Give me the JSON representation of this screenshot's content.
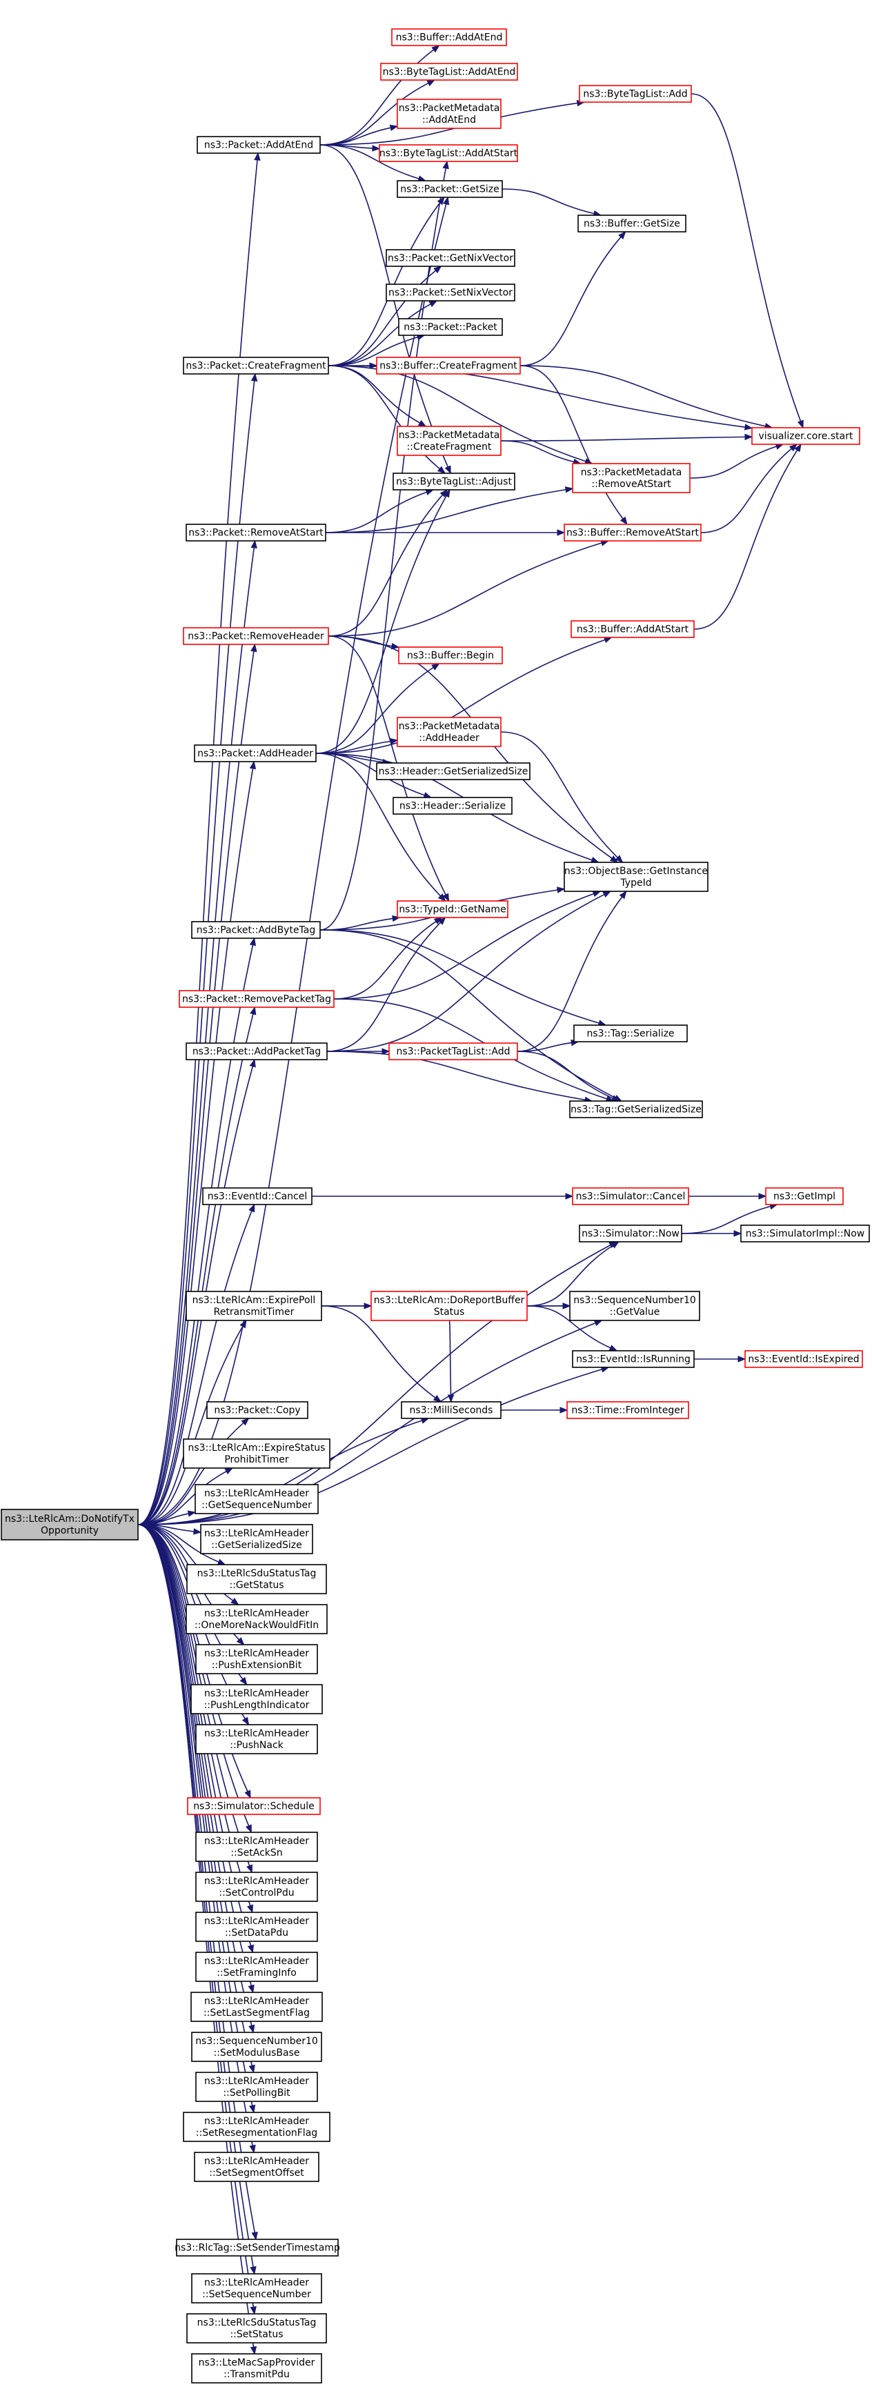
{
  "nodes": [
    {
      "id": "root",
      "lines": [
        "ns3::LteRlcAm::DoNotifyTx",
        "Opportunity"
      ],
      "style": "root",
      "interactable": true
    },
    {
      "id": "packet_addatend",
      "lines": [
        "ns3::Packet::AddAtEnd"
      ],
      "style": "black",
      "interactable": true
    },
    {
      "id": "buffer_addatend",
      "lines": [
        "ns3::Buffer::AddAtEnd"
      ],
      "style": "red",
      "interactable": true
    },
    {
      "id": "bytetaglist_addatend",
      "lines": [
        "ns3::ByteTagList::AddAtEnd"
      ],
      "style": "red",
      "interactable": true
    },
    {
      "id": "packetmetadata_addatend",
      "lines": [
        "ns3::PacketMetadata",
        "::AddAtEnd"
      ],
      "style": "red",
      "interactable": true
    },
    {
      "id": "bytetaglist_addatstart",
      "lines": [
        "ns3::ByteTagList::AddAtStart"
      ],
      "style": "red",
      "interactable": true
    },
    {
      "id": "bytetaglist_add",
      "lines": [
        "ns3::ByteTagList::Add"
      ],
      "style": "red",
      "interactable": true
    },
    {
      "id": "packet_getsize",
      "lines": [
        "ns3::Packet::GetSize"
      ],
      "style": "black",
      "interactable": true
    },
    {
      "id": "buffer_getsize",
      "lines": [
        "ns3::Buffer::GetSize"
      ],
      "style": "black",
      "interactable": true
    },
    {
      "id": "packet_getnixvector",
      "lines": [
        "ns3::Packet::GetNixVector"
      ],
      "style": "black",
      "interactable": true
    },
    {
      "id": "packet_setnixvector",
      "lines": [
        "ns3::Packet::SetNixVector"
      ],
      "style": "black",
      "interactable": true
    },
    {
      "id": "packet_packet",
      "lines": [
        "ns3::Packet::Packet"
      ],
      "style": "black",
      "interactable": true
    },
    {
      "id": "packet_createfragment",
      "lines": [
        "ns3::Packet::CreateFragment"
      ],
      "style": "black",
      "interactable": true
    },
    {
      "id": "buffer_createfragment",
      "lines": [
        "ns3::Buffer::CreateFragment"
      ],
      "style": "red",
      "interactable": true
    },
    {
      "id": "visualizer_start",
      "lines": [
        "visualizer.core.start"
      ],
      "style": "red",
      "interactable": true
    },
    {
      "id": "packetmetadata_createfragment",
      "lines": [
        "ns3::PacketMetadata",
        "::CreateFragment"
      ],
      "style": "red",
      "interactable": true
    },
    {
      "id": "packetmetadata_removeatstart",
      "lines": [
        "ns3::PacketMetadata",
        "::RemoveAtStart"
      ],
      "style": "red",
      "interactable": true
    },
    {
      "id": "bytetaglist_adjust",
      "lines": [
        "ns3::ByteTagList::Adjust"
      ],
      "style": "black",
      "interactable": true
    },
    {
      "id": "packet_removeatstart",
      "lines": [
        "ns3::Packet::RemoveAtStart"
      ],
      "style": "black",
      "interactable": true
    },
    {
      "id": "buffer_removeatstart",
      "lines": [
        "ns3::Buffer::RemoveAtStart"
      ],
      "style": "red",
      "interactable": true
    },
    {
      "id": "packet_removeheader",
      "lines": [
        "ns3::Packet::RemoveHeader"
      ],
      "style": "red",
      "interactable": true
    },
    {
      "id": "buffer_addatstart",
      "lines": [
        "ns3::Buffer::AddAtStart"
      ],
      "style": "red",
      "interactable": true
    },
    {
      "id": "buffer_begin",
      "lines": [
        "ns3::Buffer::Begin"
      ],
      "style": "red",
      "interactable": true
    },
    {
      "id": "packet_addheader",
      "lines": [
        "ns3::Packet::AddHeader"
      ],
      "style": "black",
      "interactable": true
    },
    {
      "id": "packetmetadata_addheader",
      "lines": [
        "ns3::PacketMetadata",
        "::AddHeader"
      ],
      "style": "red",
      "interactable": true
    },
    {
      "id": "header_getserializedsize",
      "lines": [
        "ns3::Header::GetSerializedSize"
      ],
      "style": "black",
      "interactable": true
    },
    {
      "id": "header_serialize",
      "lines": [
        "ns3::Header::Serialize"
      ],
      "style": "black",
      "interactable": true
    },
    {
      "id": "objectbase_getinstancetypeid",
      "lines": [
        "ns3::ObjectBase::GetInstance",
        "TypeId"
      ],
      "style": "black",
      "interactable": true
    },
    {
      "id": "packet_addbytetag",
      "lines": [
        "ns3::Packet::AddByteTag"
      ],
      "style": "black",
      "interactable": true
    },
    {
      "id": "typeid_getname",
      "lines": [
        "ns3::TypeId::GetName"
      ],
      "style": "red",
      "interactable": true
    },
    {
      "id": "packet_removepackettag",
      "lines": [
        "ns3::Packet::RemovePacketTag"
      ],
      "style": "red",
      "interactable": true
    },
    {
      "id": "packet_addpackettag",
      "lines": [
        "ns3::Packet::AddPacketTag"
      ],
      "style": "black",
      "interactable": true
    },
    {
      "id": "packettaglist_add",
      "lines": [
        "ns3::PacketTagList::Add"
      ],
      "style": "red",
      "interactable": true
    },
    {
      "id": "tag_serialize",
      "lines": [
        "ns3::Tag::Serialize"
      ],
      "style": "black",
      "interactable": true
    },
    {
      "id": "tag_getserializedsize",
      "lines": [
        "ns3::Tag::GetSerializedSize"
      ],
      "style": "black",
      "interactable": true
    },
    {
      "id": "eventid_cancel",
      "lines": [
        "ns3::EventId::Cancel"
      ],
      "style": "black",
      "interactable": true
    },
    {
      "id": "simulator_cancel",
      "lines": [
        "ns3::Simulator::Cancel"
      ],
      "style": "red",
      "interactable": true
    },
    {
      "id": "getimpl",
      "lines": [
        "ns3::GetImpl"
      ],
      "style": "red",
      "interactable": true
    },
    {
      "id": "simulator_now",
      "lines": [
        "ns3::Simulator::Now"
      ],
      "style": "black",
      "interactable": true
    },
    {
      "id": "simulatorimpl_now",
      "lines": [
        "ns3::SimulatorImpl::Now"
      ],
      "style": "black",
      "interactable": true
    },
    {
      "id": "lterlcam_expirepoll",
      "lines": [
        "ns3::LteRlcAm::ExpirePoll",
        "RetransmitTimer"
      ],
      "style": "black",
      "interactable": true
    },
    {
      "id": "lterlcam_doreportbuffer",
      "lines": [
        "ns3::LteRlcAm::DoReportBuffer",
        "Status"
      ],
      "style": "red",
      "interactable": true
    },
    {
      "id": "sequencenumber10_getvalue",
      "lines": [
        "ns3::SequenceNumber10",
        "::GetValue"
      ],
      "style": "black",
      "interactable": true
    },
    {
      "id": "eventid_isrunning",
      "lines": [
        "ns3::EventId::IsRunning"
      ],
      "style": "black",
      "interactable": true
    },
    {
      "id": "eventid_isexpired",
      "lines": [
        "ns3::EventId::IsExpired"
      ],
      "style": "red",
      "interactable": true
    },
    {
      "id": "packet_copy",
      "lines": [
        "ns3::Packet::Copy"
      ],
      "style": "black",
      "interactable": true
    },
    {
      "id": "milliseconds",
      "lines": [
        "ns3::MilliSeconds"
      ],
      "style": "black",
      "interactable": true
    },
    {
      "id": "time_frominteger",
      "lines": [
        "ns3::Time::FromInteger"
      ],
      "style": "red",
      "interactable": true
    },
    {
      "id": "lterlcam_expirestatus",
      "lines": [
        "ns3::LteRlcAm::ExpireStatus",
        "ProhibitTimer"
      ],
      "style": "black",
      "interactable": true
    },
    {
      "id": "lterlcamheader_getsequencenumber",
      "lines": [
        "ns3::LteRlcAmHeader",
        "::GetSequenceNumber"
      ],
      "style": "black",
      "interactable": true
    },
    {
      "id": "lterlcamheader_getserializedsize",
      "lines": [
        "ns3::LteRlcAmHeader",
        "::GetSerializedSize"
      ],
      "style": "black",
      "interactable": true
    },
    {
      "id": "lterlcsdustatustag_getstatus",
      "lines": [
        "ns3::LteRlcSduStatusTag",
        "::GetStatus"
      ],
      "style": "black",
      "interactable": true
    },
    {
      "id": "lterlcamheader_onemorenack",
      "lines": [
        "ns3::LteRlcAmHeader",
        "::OneMoreNackWouldFitIn"
      ],
      "style": "black",
      "interactable": true
    },
    {
      "id": "lterlcamheader_pushextensionbit",
      "lines": [
        "ns3::LteRlcAmHeader",
        "::PushExtensionBit"
      ],
      "style": "black",
      "interactable": true
    },
    {
      "id": "lterlcamheader_pushlengthindicator",
      "lines": [
        "ns3::LteRlcAmHeader",
        "::PushLengthIndicator"
      ],
      "style": "black",
      "interactable": true
    },
    {
      "id": "lterlcamheader_pushnack",
      "lines": [
        "ns3::LteRlcAmHeader",
        "::PushNack"
      ],
      "style": "black",
      "interactable": true
    },
    {
      "id": "simulator_schedule",
      "lines": [
        "ns3::Simulator::Schedule"
      ],
      "style": "red",
      "interactable": true
    },
    {
      "id": "lterlcamheader_setacksn",
      "lines": [
        "ns3::LteRlcAmHeader",
        "::SetAckSn"
      ],
      "style": "black",
      "interactable": true
    },
    {
      "id": "lterlcamheader_setcontrolpdu",
      "lines": [
        "ns3::LteRlcAmHeader",
        "::SetControlPdu"
      ],
      "style": "black",
      "interactable": true
    },
    {
      "id": "lterlcamheader_setdatapdu",
      "lines": [
        "ns3::LteRlcAmHeader",
        "::SetDataPdu"
      ],
      "style": "black",
      "interactable": true
    },
    {
      "id": "lterlcamheader_setframinginfo",
      "lines": [
        "ns3::LteRlcAmHeader",
        "::SetFramingInfo"
      ],
      "style": "black",
      "interactable": true
    },
    {
      "id": "lterlcamheader_setlastsegmentflag",
      "lines": [
        "ns3::LteRlcAmHeader",
        "::SetLastSegmentFlag"
      ],
      "style": "black",
      "interactable": true
    },
    {
      "id": "sequencenumber10_setmodulusbase",
      "lines": [
        "ns3::SequenceNumber10",
        "::SetModulusBase"
      ],
      "style": "black",
      "interactable": true
    },
    {
      "id": "lterlcamheader_setpollingbit",
      "lines": [
        "ns3::LteRlcAmHeader",
        "::SetPollingBit"
      ],
      "style": "black",
      "interactable": true
    },
    {
      "id": "lterlcamheader_setresegmentationflag",
      "lines": [
        "ns3::LteRlcAmHeader",
        "::SetResegmentationFlag"
      ],
      "style": "black",
      "interactable": true
    },
    {
      "id": "lterlcamheader_setsegmentoffset",
      "lines": [
        "ns3::LteRlcAmHeader",
        "::SetSegmentOffset"
      ],
      "style": "black",
      "interactable": true
    },
    {
      "id": "rlctag_setsendertimestamp",
      "lines": [
        "ns3::RlcTag::SetSenderTimestamp"
      ],
      "style": "black",
      "interactable": true
    },
    {
      "id": "lterlcamheader_setsequencenumber",
      "lines": [
        "ns3::LteRlcAmHeader",
        "::SetSequenceNumber"
      ],
      "style": "black",
      "interactable": true
    },
    {
      "id": "lterlcsdustatustag_setstatus",
      "lines": [
        "ns3::LteRlcSduStatusTag",
        "::SetStatus"
      ],
      "style": "black",
      "interactable": true
    },
    {
      "id": "ltemacsapprovider_transmitpdu",
      "lines": [
        "ns3::LteMacSapProvider",
        "::TransmitPdu"
      ],
      "style": "black",
      "interactable": true
    }
  ],
  "edges": [
    [
      "root",
      "packet_addatend"
    ],
    [
      "root",
      "packet_getsize"
    ],
    [
      "root",
      "packet_createfragment"
    ],
    [
      "root",
      "packet_removeatstart"
    ],
    [
      "root",
      "packet_removeheader"
    ],
    [
      "root",
      "packet_addheader"
    ],
    [
      "root",
      "packet_addbytetag"
    ],
    [
      "root",
      "packet_removepackettag"
    ],
    [
      "root",
      "packet_addpackettag"
    ],
    [
      "root",
      "eventid_cancel"
    ],
    [
      "root",
      "simulator_now"
    ],
    [
      "root",
      "lterlcam_expirepoll"
    ],
    [
      "root",
      "sequencenumber10_getvalue"
    ],
    [
      "root",
      "eventid_isrunning"
    ],
    [
      "root",
      "packet_copy"
    ],
    [
      "root",
      "milliseconds"
    ],
    [
      "root",
      "lterlcam_expirestatus"
    ],
    [
      "root",
      "lterlcamheader_getsequencenumber"
    ],
    [
      "root",
      "lterlcamheader_getserializedsize"
    ],
    [
      "root",
      "lterlcsdustatustag_getstatus"
    ],
    [
      "root",
      "lterlcamheader_onemorenack"
    ],
    [
      "root",
      "lterlcamheader_pushextensionbit"
    ],
    [
      "root",
      "lterlcamheader_pushlengthindicator"
    ],
    [
      "root",
      "lterlcamheader_pushnack"
    ],
    [
      "root",
      "simulator_schedule"
    ],
    [
      "root",
      "lterlcamheader_setacksn"
    ],
    [
      "root",
      "lterlcamheader_setcontrolpdu"
    ],
    [
      "root",
      "lterlcamheader_setdatapdu"
    ],
    [
      "root",
      "lterlcamheader_setframinginfo"
    ],
    [
      "root",
      "lterlcamheader_setlastsegmentflag"
    ],
    [
      "root",
      "sequencenumber10_setmodulusbase"
    ],
    [
      "root",
      "lterlcamheader_setpollingbit"
    ],
    [
      "root",
      "lterlcamheader_setresegmentationflag"
    ],
    [
      "root",
      "lterlcamheader_setsegmentoffset"
    ],
    [
      "root",
      "rlctag_setsendertimestamp"
    ],
    [
      "root",
      "lterlcamheader_setsequencenumber"
    ],
    [
      "root",
      "lterlcsdustatustag_setstatus"
    ],
    [
      "root",
      "ltemacsapprovider_transmitpdu"
    ],
    [
      "packet_addatend",
      "buffer_addatend"
    ],
    [
      "packet_addatend",
      "bytetaglist_addatend"
    ],
    [
      "packet_addatend",
      "packetmetadata_addatend"
    ],
    [
      "packet_addatend",
      "bytetaglist_addatstart"
    ],
    [
      "packet_addatend",
      "bytetaglist_add"
    ],
    [
      "packet_addatend",
      "packet_getsize"
    ],
    [
      "packet_addatend",
      "bytetaglist_adjust"
    ],
    [
      "bytetaglist_add",
      "visualizer_start"
    ],
    [
      "packet_getsize",
      "buffer_getsize"
    ],
    [
      "packet_createfragment",
      "packet_getsize"
    ],
    [
      "packet_createfragment",
      "packet_getnixvector"
    ],
    [
      "packet_createfragment",
      "packet_setnixvector"
    ],
    [
      "packet_createfragment",
      "packet_packet"
    ],
    [
      "packet_createfragment",
      "buffer_createfragment"
    ],
    [
      "packet_createfragment",
      "visualizer_start"
    ],
    [
      "packet_createfragment",
      "packetmetadata_createfragment"
    ],
    [
      "packet_createfragment",
      "packetmetadata_removeatstart"
    ],
    [
      "packet_createfragment",
      "bytetaglist_adjust"
    ],
    [
      "buffer_createfragment",
      "buffer_getsize"
    ],
    [
      "buffer_createfragment",
      "visualizer_start"
    ],
    [
      "buffer_createfragment",
      "buffer_removeatstart"
    ],
    [
      "packetmetadata_createfragment",
      "visualizer_start"
    ],
    [
      "packetmetadata_createfragment",
      "packetmetadata_removeatstart"
    ],
    [
      "packetmetadata_removeatstart",
      "visualizer_start"
    ],
    [
      "packet_removeatstart",
      "bytetaglist_adjust"
    ],
    [
      "packet_removeatstart",
      "packetmetadata_removeatstart"
    ],
    [
      "packet_removeatstart",
      "buffer_removeatstart"
    ],
    [
      "buffer_removeatstart",
      "visualizer_start"
    ],
    [
      "packet_removeheader",
      "bytetaglist_adjust"
    ],
    [
      "packet_removeheader",
      "buffer_removeatstart"
    ],
    [
      "packet_removeheader",
      "buffer_begin"
    ],
    [
      "packet_removeheader",
      "objectbase_getinstancetypeid"
    ],
    [
      "packet_removeheader",
      "typeid_getname"
    ],
    [
      "buffer_addatstart",
      "visualizer_start"
    ],
    [
      "packet_addheader",
      "bytetaglist_adjust"
    ],
    [
      "packet_addheader",
      "buffer_addatstart"
    ],
    [
      "packet_addheader",
      "buffer_begin"
    ],
    [
      "packet_addheader",
      "packetmetadata_addheader"
    ],
    [
      "packet_addheader",
      "header_getserializedsize"
    ],
    [
      "packet_addheader",
      "header_serialize"
    ],
    [
      "packet_addheader",
      "objectbase_getinstancetypeid"
    ],
    [
      "packet_addheader",
      "typeid_getname"
    ],
    [
      "packetmetadata_addheader",
      "objectbase_getinstancetypeid"
    ],
    [
      "packet_addbytetag",
      "bytetaglist_addatstart"
    ],
    [
      "packet_addbytetag",
      "objectbase_getinstancetypeid"
    ],
    [
      "packet_addbytetag",
      "typeid_getname"
    ],
    [
      "packet_addbytetag",
      "tag_serialize"
    ],
    [
      "packet_addbytetag",
      "tag_getserializedsize"
    ],
    [
      "packet_removepackettag",
      "typeid_getname"
    ],
    [
      "packet_removepackettag",
      "objectbase_getinstancetypeid"
    ],
    [
      "packet_removepackettag",
      "tag_getserializedsize"
    ],
    [
      "packet_addpackettag",
      "typeid_getname"
    ],
    [
      "packet_addpackettag",
      "packettaglist_add"
    ],
    [
      "packet_addpackettag",
      "objectbase_getinstancetypeid"
    ],
    [
      "packet_addpackettag",
      "tag_getserializedsize"
    ],
    [
      "packettaglist_add",
      "objectbase_getinstancetypeid"
    ],
    [
      "packettaglist_add",
      "tag_serialize"
    ],
    [
      "packettaglist_add",
      "tag_getserializedsize"
    ],
    [
      "eventid_cancel",
      "simulator_cancel"
    ],
    [
      "simulator_cancel",
      "getimpl"
    ],
    [
      "simulator_now",
      "getimpl"
    ],
    [
      "simulator_now",
      "simulatorimpl_now"
    ],
    [
      "lterlcam_expirepoll",
      "lterlcam_doreportbuffer"
    ],
    [
      "lterlcam_expirepoll",
      "sequencenumber10_getvalue"
    ],
    [
      "lterlcam_expirepoll",
      "milliseconds"
    ],
    [
      "lterlcam_doreportbuffer",
      "simulator_now"
    ],
    [
      "lterlcam_doreportbuffer",
      "sequencenumber10_getvalue"
    ],
    [
      "lterlcam_doreportbuffer",
      "eventid_isrunning"
    ],
    [
      "lterlcam_doreportbuffer",
      "milliseconds"
    ],
    [
      "eventid_isrunning",
      "eventid_isexpired"
    ],
    [
      "milliseconds",
      "time_frominteger"
    ]
  ]
}
